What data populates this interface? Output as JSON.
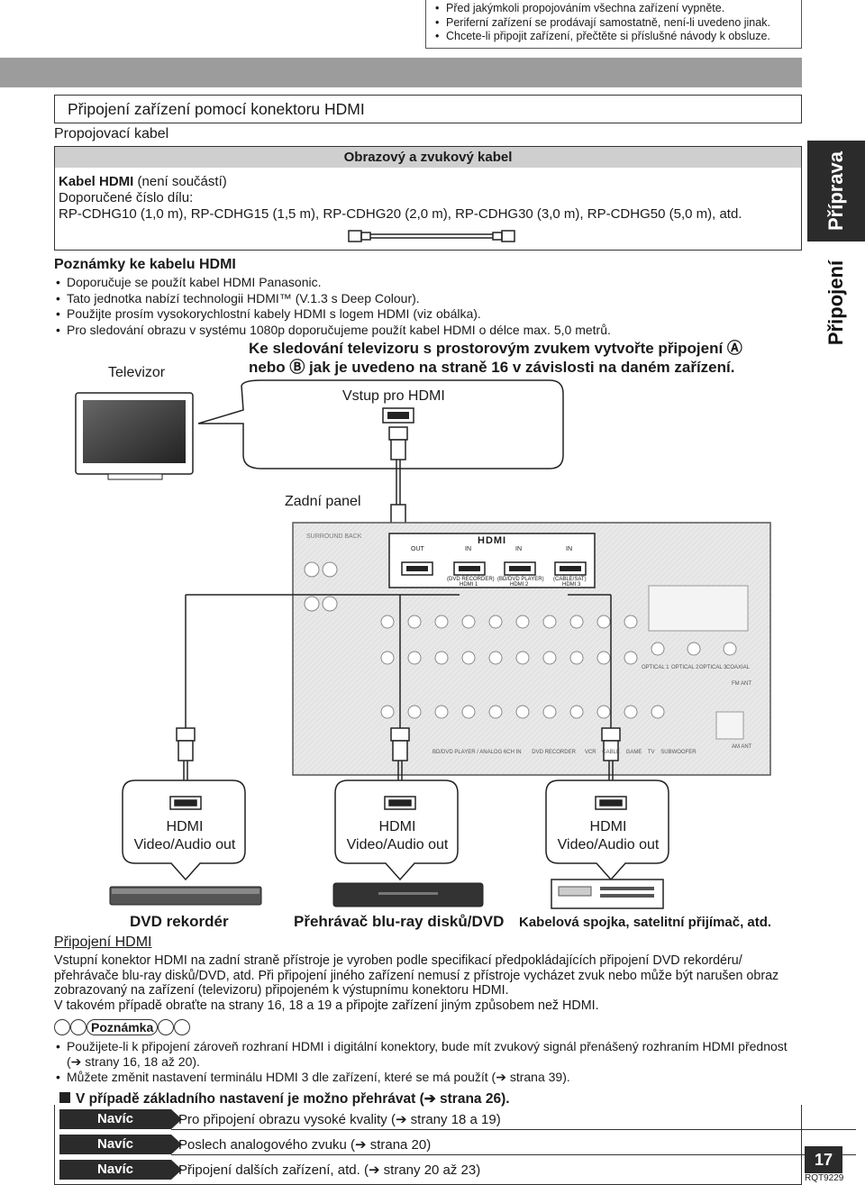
{
  "top_notes": [
    "Před jakýmkoli propojováním všechna zařízení vypněte.",
    "Periferní zařízení se prodávají samostatně, není-li uvedeno jinak.",
    "Chcete-li připojit zařízení, přečtěte si příslušné návody k obsluze."
  ],
  "section_title": "Připojení zařízení pomocí konektoru HDMI",
  "cable_label": "Propojovací kabel",
  "cable_box": {
    "header": "Obrazový a zvukový kabel",
    "name_bold": "Kabel HDMI",
    "name_rest": "(není součástí)",
    "part_no_label": "Doporučené číslo dílu:",
    "part_numbers": "RP-CDHG10 (1,0 m), RP-CDHG15 (1,5 m), RP-CDHG20 (2,0 m), RP-CDHG30 (3,0 m), RP-CDHG50 (5,0 m), atd."
  },
  "side_tabs": {
    "tab1": "Příprava",
    "tab2": "Připojení"
  },
  "cable_notes": {
    "title": "Poznámky ke kabelu HDMI",
    "items": [
      "Doporučuje se použít kabel HDMI Panasonic.",
      "Tato jednotka nabízí technologii HDMI™ (V.1.3 s Deep Colour).",
      "Použijte prosím vysokorychlostní kabely HDMI s logem HDMI (viz obálka).",
      "Pro sledování obrazu v systému 1080p doporučujeme použít kabel HDMI o délce max. 5,0 metrů."
    ]
  },
  "tv": {
    "label": "Televizor",
    "instr_line1": "Ke sledování televizoru s prostorovým zvukem vytvořte připojení Ⓐ",
    "instr_line2": "nebo Ⓑ jak je uvedeno na straně 16 v závislosti na daném zařízení.",
    "input_label": "Vstup pro HDMI"
  },
  "rear_panel": {
    "label": "Zadní panel",
    "surround_back": "SURROUND BACK",
    "hdmi_logo": "HDMI",
    "port_out": "OUT",
    "port_in": "IN",
    "port_labels": [
      "(DVD RECORDER)",
      "(BD/DVD PLAYER)",
      "(CABLE/SAT)"
    ],
    "port_names": [
      "HDMI 1",
      "HDMI 2",
      "HDMI 3"
    ],
    "bottom_labels": [
      "BD/DVD PLAYER / ANALOG 6CH IN",
      "DVD RECORDER",
      "VCR",
      "CABLE",
      "GAME",
      "TV",
      "SUBWOOFER"
    ],
    "optical": [
      "OPTICAL 1",
      "OPTICAL 2",
      "OPTICAL 3",
      "COAXIAL"
    ],
    "fm_ant": "FM ANT",
    "am_ant": "AM ANT"
  },
  "devices": [
    {
      "hdmi": "HDMI",
      "out": "Video/Audio out",
      "name": "DVD rekordér"
    },
    {
      "hdmi": "HDMI",
      "out": "Video/Audio out",
      "name": "Přehrávač blu-ray disků/DVD"
    },
    {
      "hdmi": "HDMI",
      "out": "Video/Audio out",
      "name": "Kabelová spojka, satelitní přijímač, atd."
    }
  ],
  "hdmi_connection": {
    "title": "Připojení HDMI",
    "lines": [
      "Vstupní konektor HDMI na zadní straně přístroje je vyroben podle specifikací předpokládajících připojení DVD rekordéru/",
      "přehrávače blu-ray disků/DVD, atd. Při připojení jiného zařízení nemusí z přístroje vycházet zvuk nebo může být narušen obraz",
      "zobrazovaný na zařízení (televizoru) připojeném k výstupnímu konektoru HDMI.",
      "V takovém případě obraťte na strany 16, 18 a 19 a připojte zařízení jiným způsobem než HDMI."
    ]
  },
  "note_label": "Poznámka",
  "notes2": [
    "Použijete-li k připojení zároveň rozhraní HDMI i digitální konektory, bude mít zvukový signál přenášený rozhraním HDMI přednost (➔ strany 16, 18 až 20).",
    "Můžete změnit nastavení terminálu HDMI 3 dle zařízení, které se má použít (➔ strana 39)."
  ],
  "basic": {
    "heading": "V případě základního nastavení je možno přehrávat (➔ strana 26).",
    "rows": [
      {
        "badge": "Navíc",
        "text": "Pro připojení obrazu vysoké kvality (➔ strany 18 a 19)"
      },
      {
        "badge": "Navíc",
        "text": "Poslech analogového zvuku (➔ strana 20)"
      },
      {
        "badge": "Navíc",
        "text": "Připojení dalších zařízení, atd. (➔ strany 20 až 23)"
      }
    ]
  },
  "page_number": "17",
  "page_code": "RQT9229"
}
